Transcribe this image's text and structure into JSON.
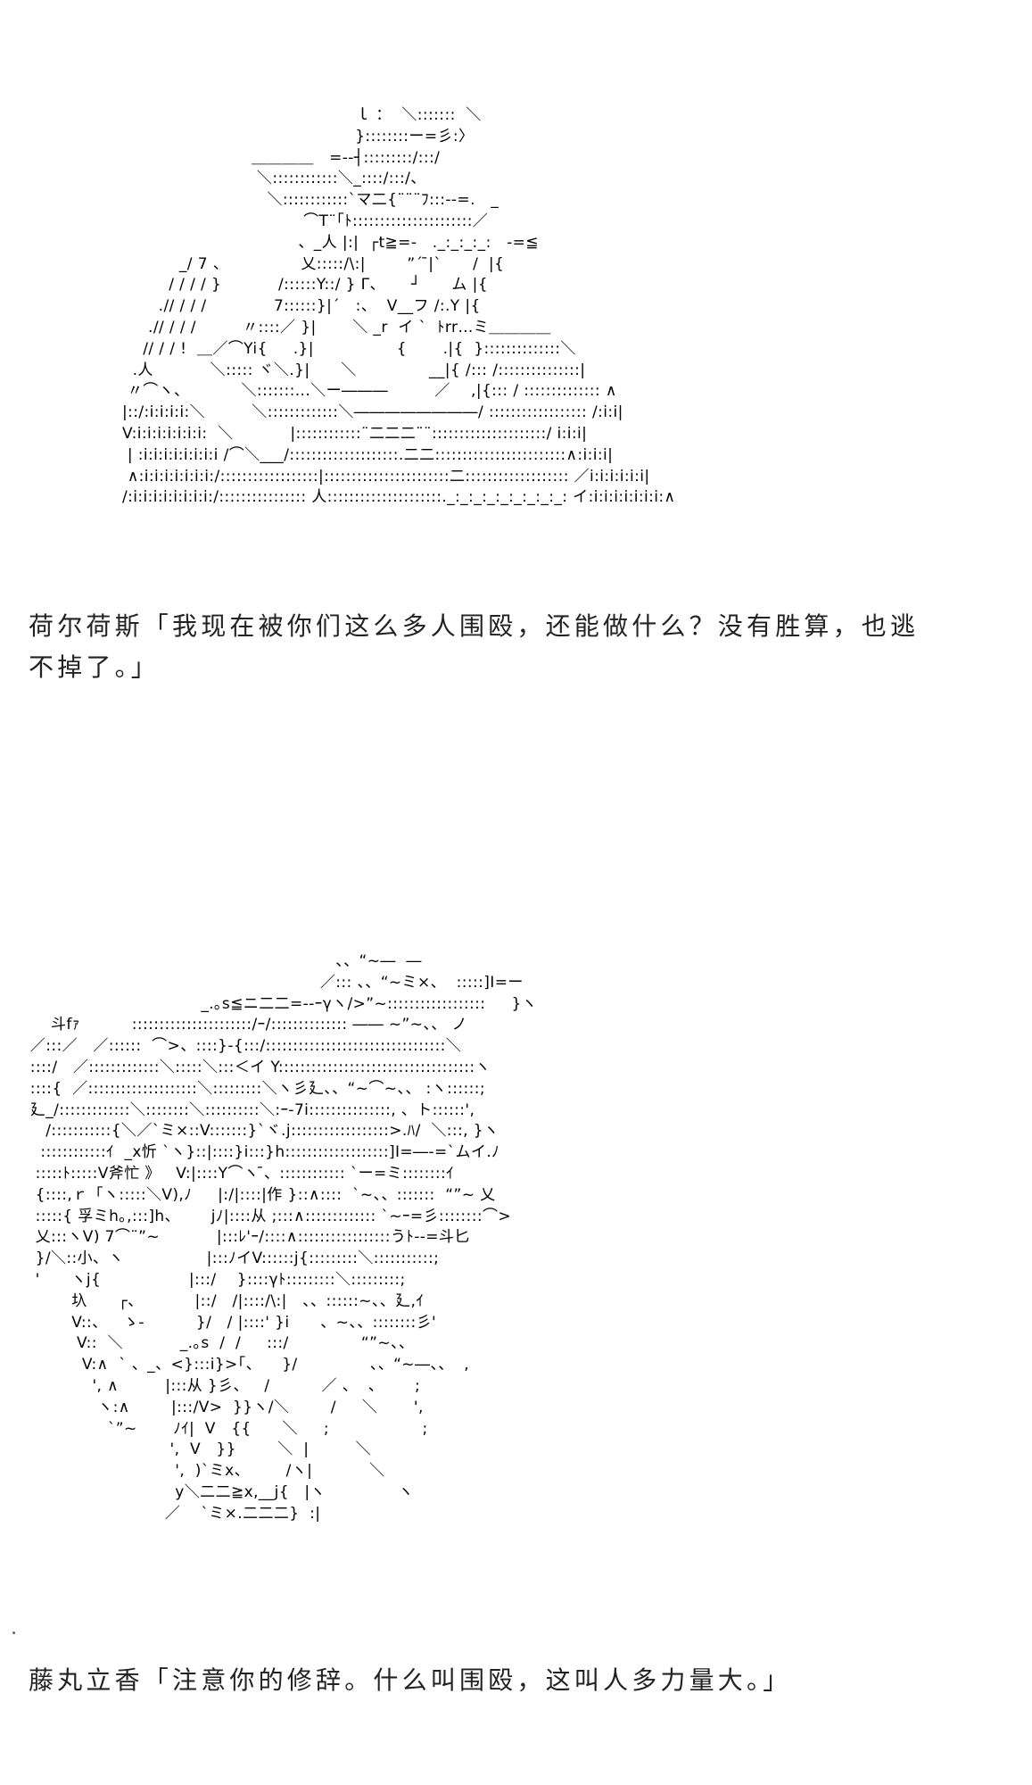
{
  "art_1": {
    "lines": [
      "                                                  ｌ ：  ＼:::::::  ＼",
      "                                                  }::::::::ー=彡:〉",
      "                              ＿＿＿＿   =--┤:::::::::/:::/",
      "                               ＼::::::::::::＼_::::/:::/、",
      "                                 ＼::::::::::::`マ二{¨¨¨ﾌ:::--=.   _",
      "                                        ⌒T¨｢ﾄ::::::::::::::::::::::／",
      "                                       、_人 |:|  ┌t≧=-   ._:_:_:_:   -=≦",
      "                _/ 7 、              乂:::::/\\:|        ”´ ̄|`      /  |{",
      "              / / / / }           /::::::Y::/ } Γ、     ┘      ム |{",
      "            .// / / /             7::::::}|´   :、  V__フ /:.Y |{",
      "          .// / / /         〃::::／ }|       ＼ _r  イ `  ﾄrr…ミ＿＿＿＿",
      "         // / / !  ＿／⌒Yi{     .}|                {       .|{  }::::::::::::::＼",
      "       .人           ＼::::: ヾ＼.}|      ＼              __|{ /::: /:::::::::::::::|",
      "      〃⌒ヽ、          ＼:::::::...＼ー―――         ／    ,|{::: / :::::::::::::: ∧",
      "     |::/:i:i:i:i:＼         ＼:::::::::::::＼――――――――/ :::::::::::::::::: /:i:i|",
      "     V:i:i:i:i:i:i:i:  ＼           |::::::::::::¨二二二¨¨:::::::::::::::::::::/ i:i:i|",
      "      | :i:i:i:i:i:i:i:i /⌒＼___/::::::::::::::::::::.二二::::::::::::::::::::::::∧:i:i:i|",
      "      ∧:i:i:i:i:i:i:i:/::::::::::::::::::|:::::::::::::::::::::::二::::::::::::::::::: ／i:i:i:i:i:i|",
      "     /:i:i:i:i:i:i:i:i:/:::::::::::::::: 人:::::::::::::::::::::._:_:_:_:_:_:_:_:_: イ:i:i:i:i:i:i:i:∧"
    ]
  },
  "paragraph_1": "荷尔荷斯「我现在被你们这么多人围殴，还能做什么？没有胜算，也逃不掉了。」",
  "art_2": {
    "lines": [
      "                                                            、、“~―  ―",
      "                                                         ／::: 、、“~ミ×、  :::::]I=ー",
      "                                  _.｡s≦ニ二二=--ｰγヽ/>”~::::::::::::::::::     }ヽ",
      "     斗fｧ          ::::::::::::::::::::::/ｰ/:::::::::::::: ―― ~”~、、 ノ",
      " ／:::／   ／::::::  ⌒>、::::}-{:::/:::::::::::::::::::::::::::::::::＼",
      " ::::/   ／:::::::::::::＼:::::＼:::＜イ Y::::::::::::::::::::::::::::::::::::ヽ",
      " ::::{  ／::::::::::::::::::::＼:::::::::＼ヽ彡廴、、“~⌒~、、 :ヽ::::::;",
      " 廴_/:::::::::::::＼::::::::＼::::::::::＼:ｰ-7i:::::::::::::::, 、ト::::::',",
      "    /:::::::::::{＼／`ミ×::V:::::::}`ヾ.j::::::::::::::::::>.ﾊ/  ＼:::, }ヽ",
      "   ::::::::::::ｲ  _x忻 `ヽ}::|::::}i:::}h:::::::::::::::::::]I=―-=`ムイ.ﾉ",
      "  :::::ﾄ:::::V斧忙 》   V:|::::Y⌒ヽ ̄、:::::::::::: `ー=ミ::::::::ｲ",
      "  {::::,ｒ「ヽ:::::＼V),ﾉ     |:/|::::|作 }::∧::::  `~、、:::::::  “”~ 乂",
      "  :::::{ 孚ミh｡,:::]h、      jﾉ|::::从 ;:::∧::::::::::::: `~ｰ=彡::::::::⌒>",
      "  乂:::ヽV) 7⌒¨”~           |:::ﾚ'ｰ/::::∧:::::::::::::::::うﾄ--=斗匕",
      "  }/＼::小、ヽ                |:::ﾉイV::::::j{:::::::::＼:::::::::::;",
      "  '      ヽj{                 |:::/    }::::γﾄ:::::::::＼:::::::::;",
      "         圦      ┌、          |::/   /|::::/\\:|   、、::::::~、、廴,ｲ",
      "         V::、   ゝ-          }/   / |::::' }i      、~、、::::::::彡'",
      "          V::  ＼           _.｡s  /  /     :::/              “”~、、",
      "           V:∧  ` 、_、<}:::i}>｢、    }/              、、“~―、、  ,",
      "             ', ∧         |:::从 }彡、   /          ／ 、  、      ;",
      "              ヽ:∧        |:::/V>  }}ヽ/＼        /     ＼       ',",
      "                `”~       ﾉｲ|  V   {{      ＼     ;                  ;",
      "                            ',  V   }}        ＼  |         ＼",
      "                             ',  )`ミx、       /ヽ|           ＼",
      "                             y＼二二≧x,__j{   |ヽ              ヽ",
      "                           ／    `ミ×.二二二}  :|"
    ]
  },
  "paragraph_2": "藤丸立香「注意你的修辞。什么叫围殴，这叫人多力量大。」"
}
